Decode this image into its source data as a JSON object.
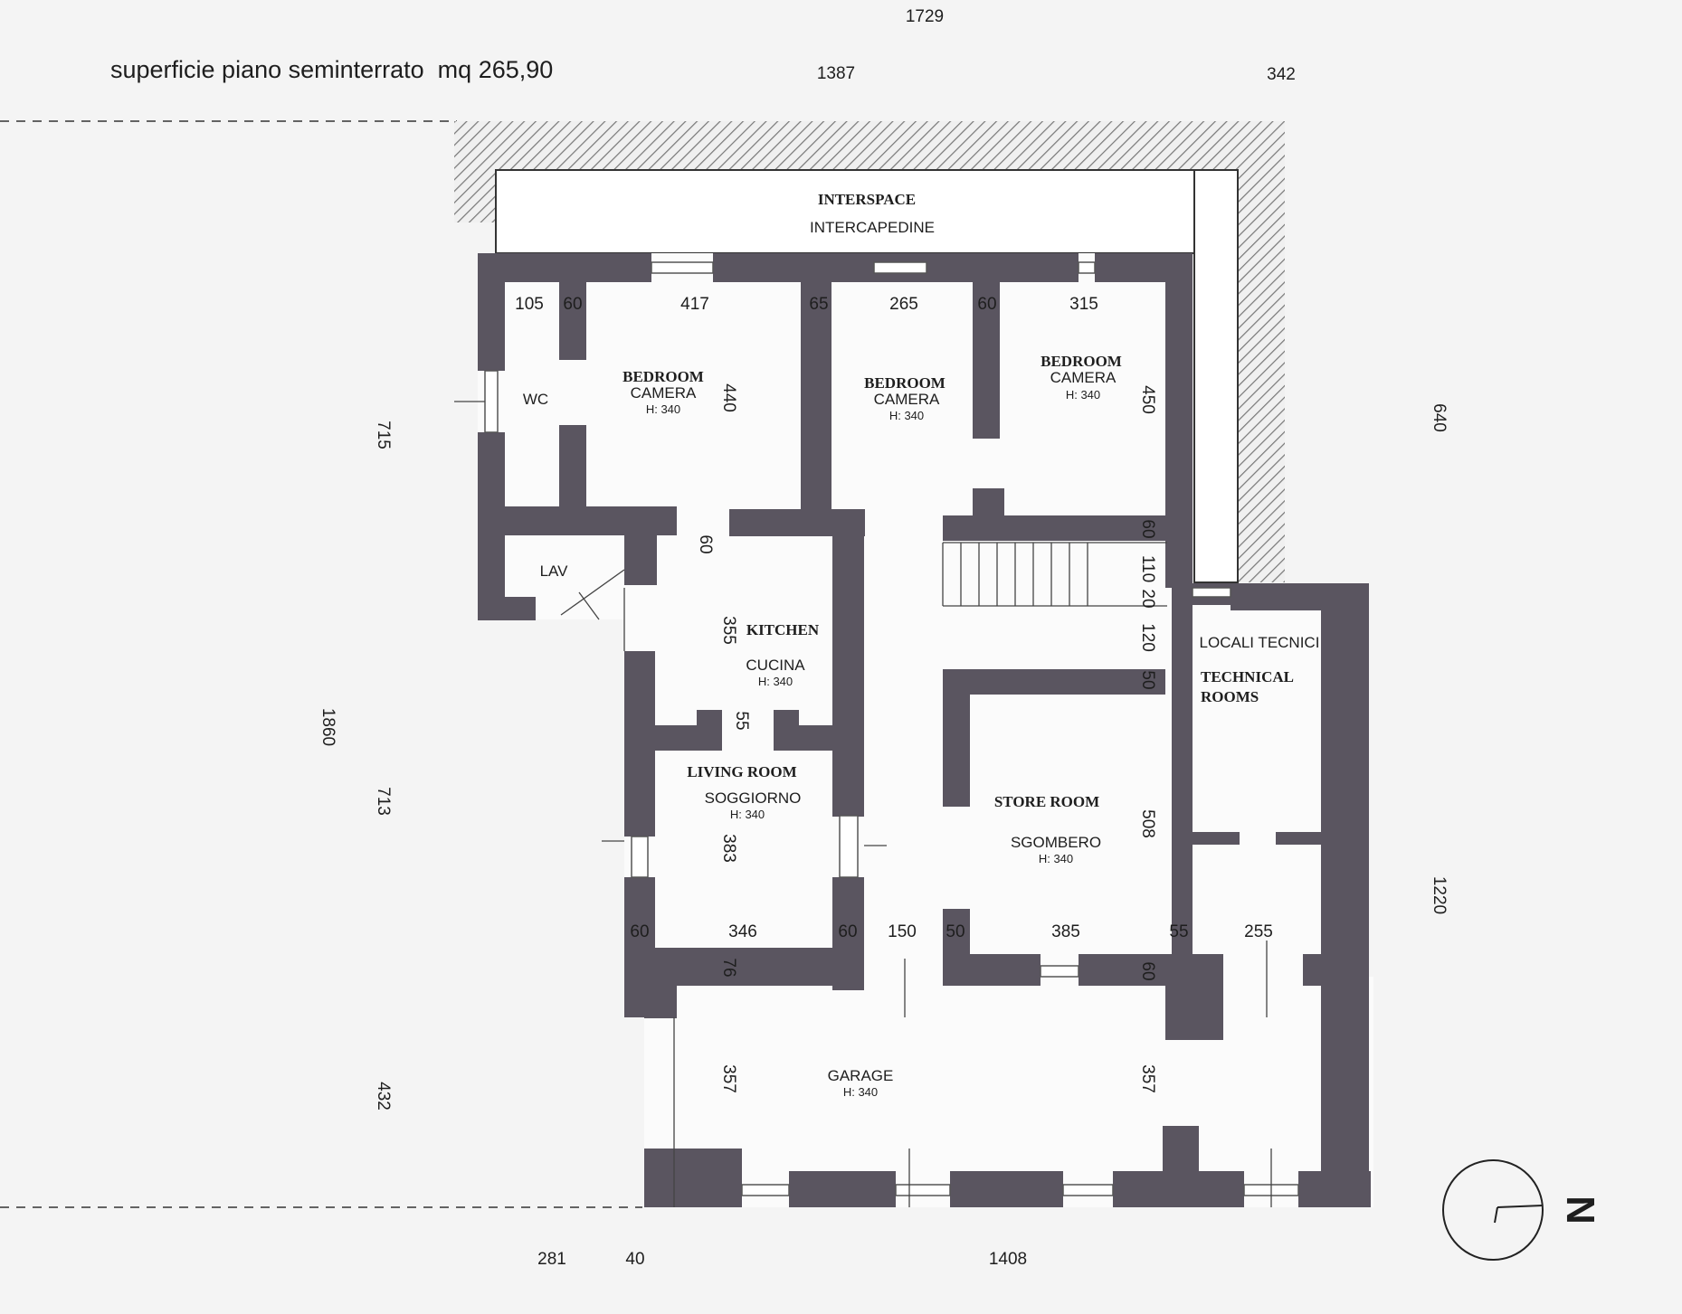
{
  "title": "superficie piano seminterrato  mq 265,90",
  "north": "N",
  "rooms": {
    "interspace_en": "INTERSPACE",
    "interspace_it": "INTERCAPEDINE",
    "wc": "WC",
    "lav": "LAV",
    "bedroom1_en": "BEDROOM",
    "bedroom1_it": "CAMERA",
    "bedroom1_h": "H: 340",
    "bedroom2_en": "BEDROOM",
    "bedroom2_it": "CAMERA",
    "bedroom2_h": "H: 340",
    "bedroom3_en": "BEDROOM",
    "bedroom3_it": "CAMERA",
    "bedroom3_h": "H: 340",
    "kitchen_en": "KITCHEN",
    "kitchen_it": "CUCINA",
    "kitchen_h": "H: 340",
    "living_en": "LIVING ROOM",
    "living_it": "SOGGIORNO",
    "living_h": "H: 340",
    "store_en": "STORE ROOM",
    "store_it": "SGOMBERO",
    "store_h": "H: 340",
    "tech_it": "LOCALI TECNICI",
    "tech_en1": "TECHNICAL",
    "tech_en2": "ROOMS",
    "garage_it": "GARAGE",
    "garage_h": "H: 340"
  },
  "dims": {
    "d1729": "1729",
    "d1387": "1387",
    "d342": "342",
    "d105": "105",
    "d60a": "60",
    "d417": "417",
    "d65": "65",
    "d265": "265",
    "d60b": "60",
    "d315": "315",
    "d440": "440",
    "d450": "450",
    "d715": "715",
    "d640": "640",
    "d1860": "1860",
    "d713": "713",
    "d432": "432",
    "d1220": "1220",
    "d60c": "60",
    "d355": "355",
    "d55a": "55",
    "d60d": "60",
    "d110": "110",
    "d20": "20",
    "d120": "120",
    "d50a": "50",
    "d508": "508",
    "d383": "383",
    "d60e": "60",
    "d346": "346",
    "d60f": "60",
    "d150": "150",
    "d50b": "50",
    "d385": "385",
    "d55b": "55",
    "d255": "255",
    "d76": "76",
    "d60g": "60",
    "d357a": "357",
    "d357b": "357",
    "d281": "281",
    "d40": "40",
    "d1408": "1408"
  }
}
